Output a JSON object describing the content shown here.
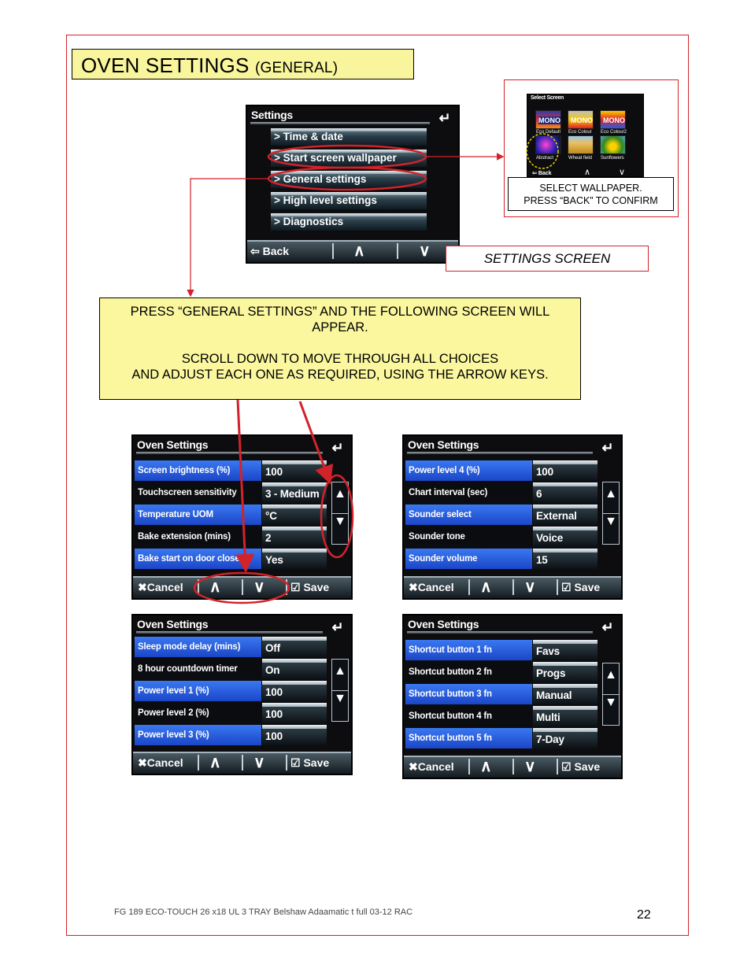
{
  "page": {
    "title_main": "OVEN SETTINGS",
    "title_sub": "(GENERAL)",
    "footer": "FG 189 ECO-TOUCH 26 x18 UL 3 TRAY Belshaw Adaamatic t full 03-12 RAC",
    "page_number": "22"
  },
  "settings_screen": {
    "title": "Settings",
    "return_icon": "return-arrow-icon",
    "items": [
      "> Time & date",
      "> Start screen wallpaper",
      "> General settings",
      "> High level settings",
      "> Diagnostics"
    ],
    "back_label": "Back",
    "caption": "SETTINGS SCREEN"
  },
  "wallpaper_screen": {
    "title": "Select Screen",
    "tiles": [
      "MONO",
      "MONO",
      "MONO"
    ],
    "captions": [
      "Eco Default",
      "Eco Colour",
      "Eco Colour2",
      "Abstract",
      "Wheat field",
      "Sunflowers"
    ],
    "back_label": "Back",
    "callout_line1": "SELECT WALLPAPER.",
    "callout_line2": "PRESS “BACK” TO CONFIRM"
  },
  "instructions": {
    "line1": "PRESS “GENERAL SETTINGS” AND THE FOLLOWING SCREEN WILL APPEAR.",
    "line2": "SCROLL DOWN TO MOVE THROUGH ALL CHOICES",
    "line3": "AND ADJUST EACH ONE AS REQUIRED, USING THE ARROW KEYS."
  },
  "oven_screens": {
    "title": "Oven Settings",
    "cancel_label": "Cancel",
    "save_label": "Save",
    "screen1": [
      {
        "label": "Screen brightness (%)",
        "value": "100"
      },
      {
        "label": "Touchscreen sensitivity",
        "value": "3 - Medium"
      },
      {
        "label": "Temperature UOM",
        "value": "°C"
      },
      {
        "label": "Bake extension (mins)",
        "value": "2"
      },
      {
        "label": "Bake start on door close",
        "value": "Yes"
      }
    ],
    "screen2": [
      {
        "label": "Power level 4 (%)",
        "value": "100"
      },
      {
        "label": "Chart interval (sec)",
        "value": "6"
      },
      {
        "label": "Sounder select",
        "value": "External"
      },
      {
        "label": "Sounder tone",
        "value": "Voice"
      },
      {
        "label": "Sounder volume",
        "value": "15"
      }
    ],
    "screen3": [
      {
        "label": "Sleep mode delay (mins)",
        "value": "Off"
      },
      {
        "label": "8 hour countdown timer",
        "value": "On"
      },
      {
        "label": "Power level 1 (%)",
        "value": "100"
      },
      {
        "label": "Power level 2 (%)",
        "value": "100"
      },
      {
        "label": "Power level 3 (%)",
        "value": "100"
      }
    ],
    "screen4": [
      {
        "label": "Shortcut button 1 fn",
        "value": "Favs"
      },
      {
        "label": "Shortcut button 2 fn",
        "value": "Progs"
      },
      {
        "label": "Shortcut button 3 fn",
        "value": "Manual"
      },
      {
        "label": "Shortcut button 4 fn",
        "value": "Multi"
      },
      {
        "label": "Shortcut button 5 fn",
        "value": "7-Day"
      }
    ]
  },
  "colors": {
    "accent_red": "#d2232a",
    "callout_yellow": "#fbf79f",
    "row_blue": "#2a5ee0"
  }
}
